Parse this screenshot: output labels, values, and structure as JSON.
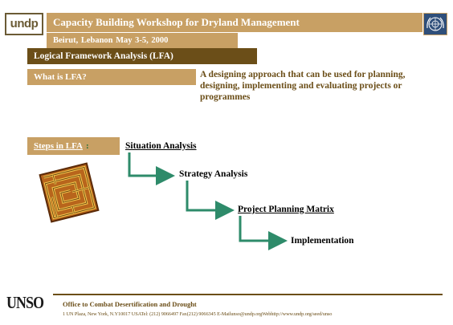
{
  "header": {
    "logo_text": "undp",
    "title": "Capacity Building Workshop for Dryland Management",
    "subtitle": "Beirut, Lebanon    May 3-5, 2000",
    "emblem": "un-emblem-icon"
  },
  "section": {
    "title": "Logical Framework Analysis (LFA)",
    "question": "What is LFA?",
    "answer": "A designing approach that can be used for planning, designing, implementing and evaluating projects or programmes"
  },
  "steps": {
    "label_prefix": "Steps in ",
    "label_lfa": "LFA",
    "label_colon": ":",
    "items": [
      "Situation Analysis",
      "Strategy Analysis",
      "Project Planning Matrix",
      "Implementation"
    ]
  },
  "footer": {
    "logo_text": "UNSO",
    "office": "Office to Combat Desertification and Drought",
    "address": "1 UN Plaza, New York, N.Y10017 USATel: (212) 9066497 Fax(212) 9066345 E-Mailunso@undp.orgWebhttp://www.undp.org/seed/unso"
  },
  "colors": {
    "tan": "#c8a064",
    "brown": "#6b4e18",
    "arrow_green": "#2e8b6a"
  }
}
